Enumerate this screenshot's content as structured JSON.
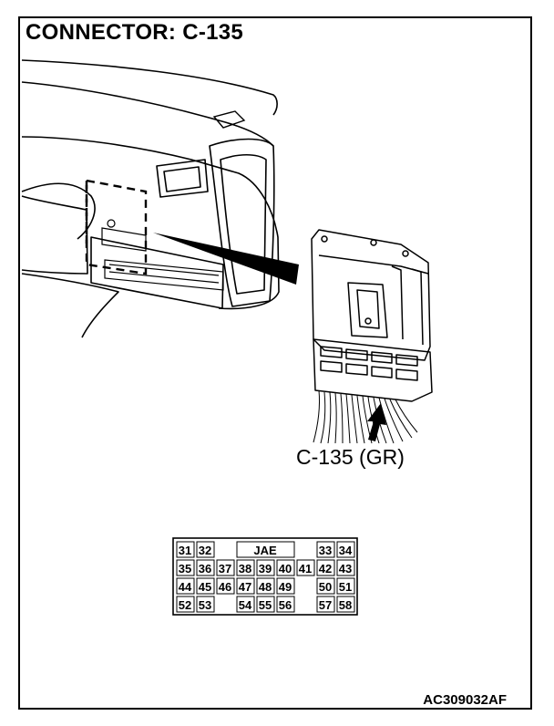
{
  "title": "CONNECTOR: C-135",
  "callout_label": "C-135 (GR)",
  "figure_id": "AC309032AF",
  "connector_face": {
    "standard_label": "JAE",
    "rows": [
      [
        "31",
        "32",
        "",
        "",
        "",
        "",
        "",
        "33",
        "34"
      ],
      [
        "35",
        "36",
        "37",
        "38",
        "39",
        "40",
        "41",
        "42",
        "43"
      ],
      [
        "44",
        "45",
        "46",
        "47",
        "48",
        "49",
        "",
        "50",
        "51"
      ],
      [
        "52",
        "53",
        "",
        "54",
        "55",
        "56",
        "",
        "57",
        "58"
      ]
    ]
  }
}
